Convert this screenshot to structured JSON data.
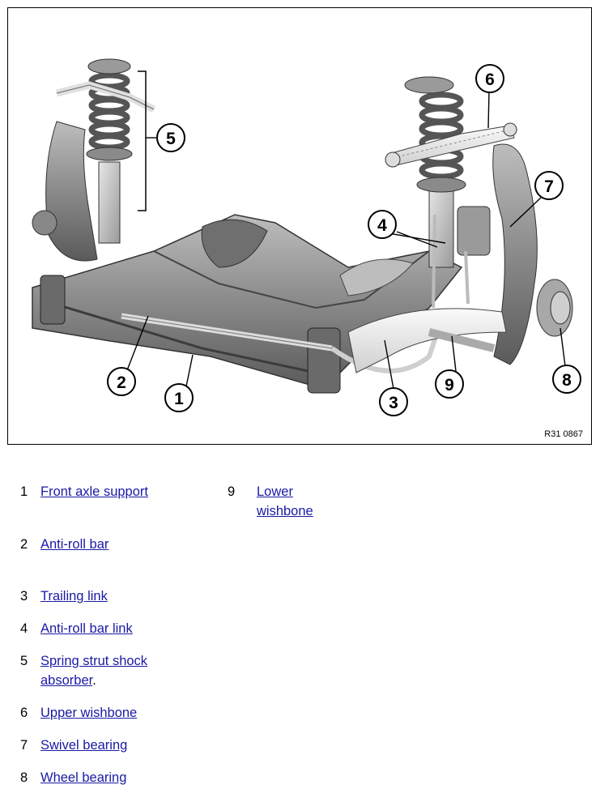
{
  "diagram": {
    "figure_ref": "R31 0867",
    "callouts": [
      "1",
      "2",
      "3",
      "4",
      "5",
      "6",
      "7",
      "8",
      "9"
    ]
  },
  "legend": [
    {
      "num": "1",
      "label": "Front axle support",
      "suffix": ""
    },
    {
      "num": "2",
      "label": "Anti-roll bar",
      "suffix": ""
    },
    {
      "num": "3",
      "label": "Trailing link",
      "suffix": ""
    },
    {
      "num": "4",
      "label": "Anti-roll bar link",
      "suffix": ""
    },
    {
      "num": "5",
      "label": "Spring strut shock absorber",
      "suffix": "."
    },
    {
      "num": "6",
      "label": "Upper wishbone",
      "suffix": ""
    },
    {
      "num": "7",
      "label": "Swivel bearing",
      "suffix": ""
    },
    {
      "num": "8",
      "label": "Wheel bearing",
      "suffix": ""
    },
    {
      "num": "9",
      "label": "Lower wishbone",
      "suffix": ""
    }
  ],
  "colors": {
    "link": "#1a1aa6",
    "frame": "#000000"
  }
}
